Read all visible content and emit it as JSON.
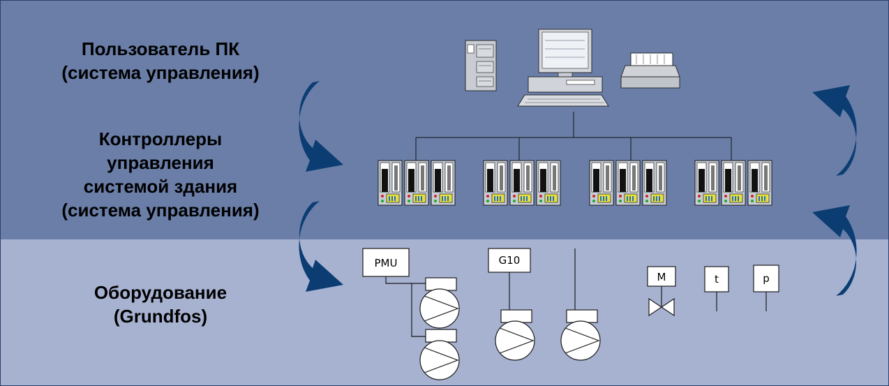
{
  "layers": {
    "pc_user": {
      "line1": "Пользователь ПК",
      "line2": "(система управления)"
    },
    "controllers": {
      "line1": "Контроллеры",
      "line2": "управления",
      "line3": "системой здания",
      "line4": "(система управления)"
    },
    "equipment": {
      "line1": "Оборудование",
      "line2": "(Grundfos)"
    }
  },
  "devices": {
    "pmu": "PMU",
    "g10": "G10",
    "motor": "M",
    "temperature": "t",
    "pressure": "p"
  },
  "colors": {
    "top_band": "#6a7ea8",
    "bottom_band": "#a7b2d1",
    "arrow": "#0b3d73"
  },
  "icons": [
    "server-icon",
    "computer-icon",
    "printer-icon",
    "controller-rack-icon",
    "pump-icon",
    "valve-icon",
    "cycle-arrow-icon"
  ]
}
